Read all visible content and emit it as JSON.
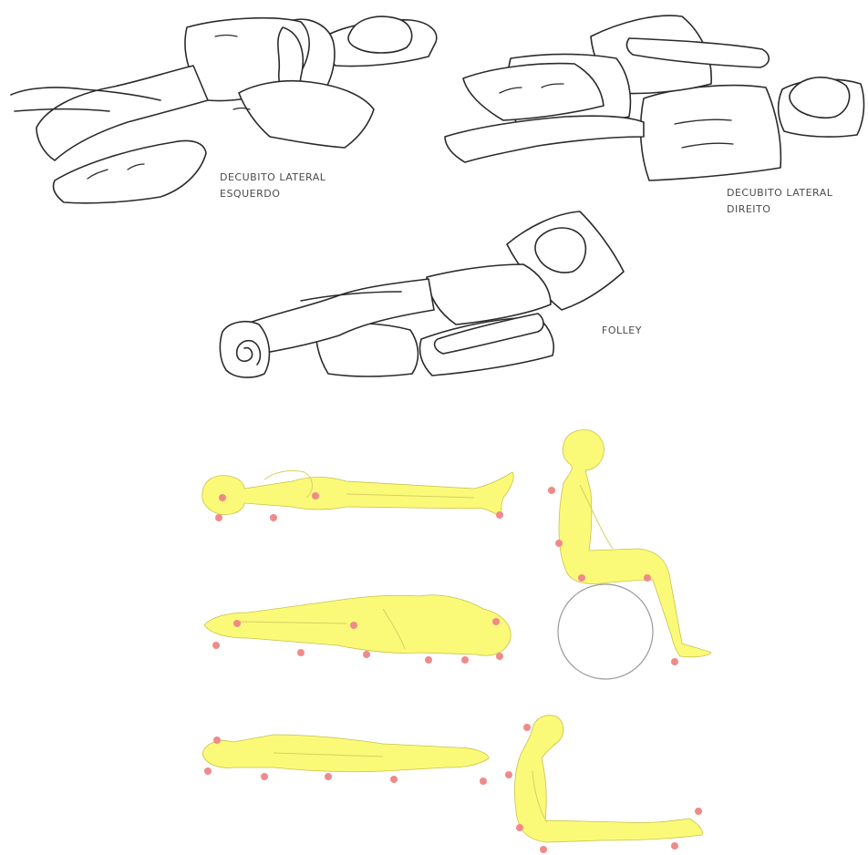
{
  "positions": {
    "left_lateral": {
      "line1": "DECUBITO LATERAL",
      "line2": "ESQUERDO"
    },
    "right_lateral": {
      "line1": "DECUBITO LATERAL",
      "line2": "DIREITO"
    },
    "fowler": {
      "label": "FOLLEY"
    }
  },
  "colors": {
    "body_fill": "#fafa78",
    "pressure_point": "#f08a8a",
    "line_art": "#2b2b2b"
  },
  "icons": [
    "pillow",
    "blanket-roll",
    "wheelchair-wheel",
    "pressure-point"
  ]
}
